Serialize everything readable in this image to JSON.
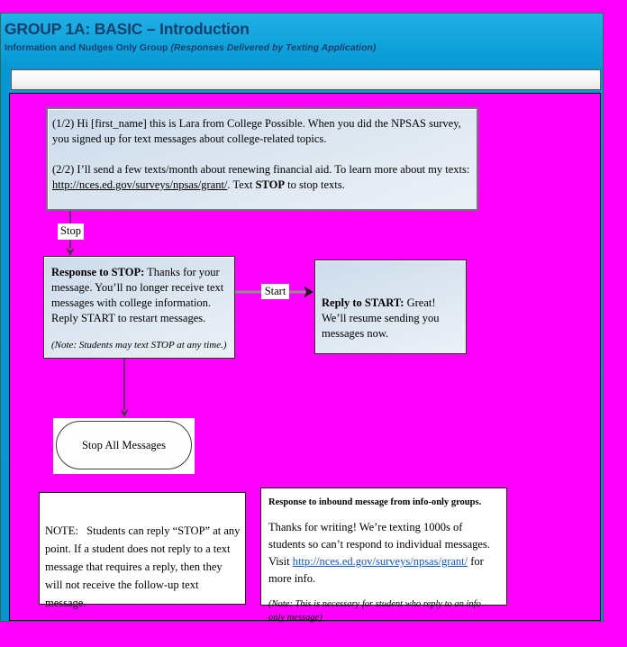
{
  "header": {
    "title": "GROUP 1A: BASIC – Introduction",
    "subtitle": "Information and Nudges Only Group ",
    "subtitle_italic": "(Responses Delivered by Texting Application)"
  },
  "colors": {
    "background_magenta": "#FF00FF",
    "header_cyan_top": "#21B1E6",
    "header_cyan_bottom": "#0894CE",
    "header_text_navy": "#17406D",
    "flow_box_blue": "#DBE5F0",
    "link_blue": "#1155CC"
  },
  "flowchart": {
    "intro_box": {
      "p1": "(1/2) Hi [first_name] this is Lara from College Possible. When you did the NPSAS survey, you signed up for text messages about college-related topics.",
      "p2_pre": "(2/2) I’ll send a few texts/month about renewing financial aid. To learn more about my texts: ",
      "p2_link": "http://nces.ed.gov/surveys/npsas/grant/",
      "p2_mid": ". Text ",
      "p2_bold": "STOP",
      "p2_post": " to stop texts."
    },
    "stop_label": "Stop",
    "start_label": "Start",
    "response_stop_box": {
      "label": "Response to STOP:",
      "body": " Thanks for your message. You’ll no longer receive text messages with college information. Reply START to restart messages.",
      "note": "(Note: Students may text STOP at any time.)"
    },
    "reply_start_box": {
      "label": "Reply to START:",
      "body": " Great! We’ll resume sending you messages now."
    },
    "stop_all_terminal": "Stop All Messages",
    "note_box_text": "NOTE:   Students can reply “STOP” at any point. If a student does not reply to a text message that requires a reply, then they will not receive the follow-up text message.",
    "inbound_box": {
      "heading": "Response to inbound message from info-only groups.",
      "body_pre": "Thanks for writing! We’re texting 1000s of students so can’t respond to individual messages. Visit ",
      "link": "http://nces.ed.gov/surveys/npsas/grant/",
      "body_post": " for more info.",
      "note": "(Note: This is necessary for student who reply to an info only message)"
    }
  }
}
